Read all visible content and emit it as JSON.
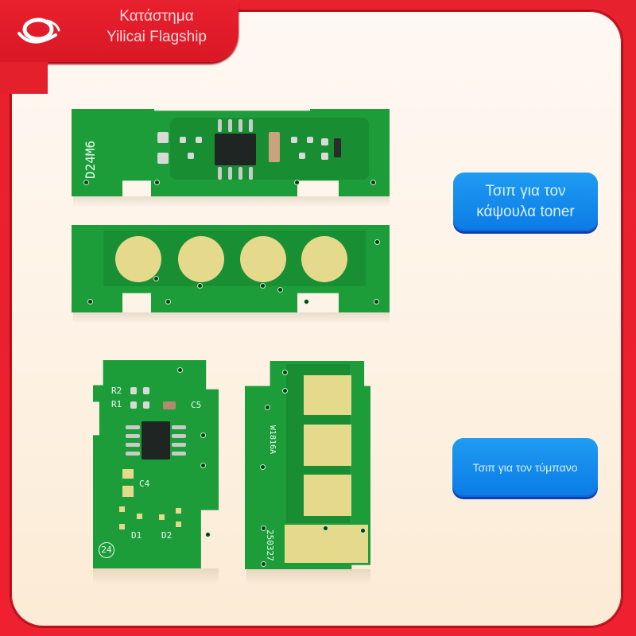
{
  "header": {
    "logo_icon": "yilicai-swirl-logo-icon",
    "title_line1": "Κατάστημα",
    "title_line2": "Yilicai Flagship"
  },
  "labels": {
    "toner_chip": "Τσιπ για τον κάψουλα toner",
    "toner_chip_line1": "Τσιπ για τον",
    "toner_chip_line2": "κάψουλα toner",
    "drum_chip": "Τσιπ για τον τύμπανο"
  },
  "pcbs": {
    "toner_front": {
      "silkscreen": "D24M6"
    },
    "toner_back": {
      "contact_pads": 4
    },
    "drum_front": {
      "silkscreen_r2": "R2",
      "silkscreen_r1": "R1",
      "silkscreen_c5": "C5",
      "silkscreen_c4": "C4",
      "silkscreen_d1": "D1",
      "silkscreen_d2": "D2",
      "silkscreen_badge": "24"
    },
    "drum_back": {
      "silkscreen_code1": "W1816A",
      "silkscreen_code2": "250327"
    }
  },
  "colors": {
    "frame_red": "#e7212d",
    "panel_cream": "#fdf2e4",
    "pcb_green": "#1d9d3a",
    "pad_gold": "#e5d98c",
    "label_blue": "#1589ec"
  }
}
